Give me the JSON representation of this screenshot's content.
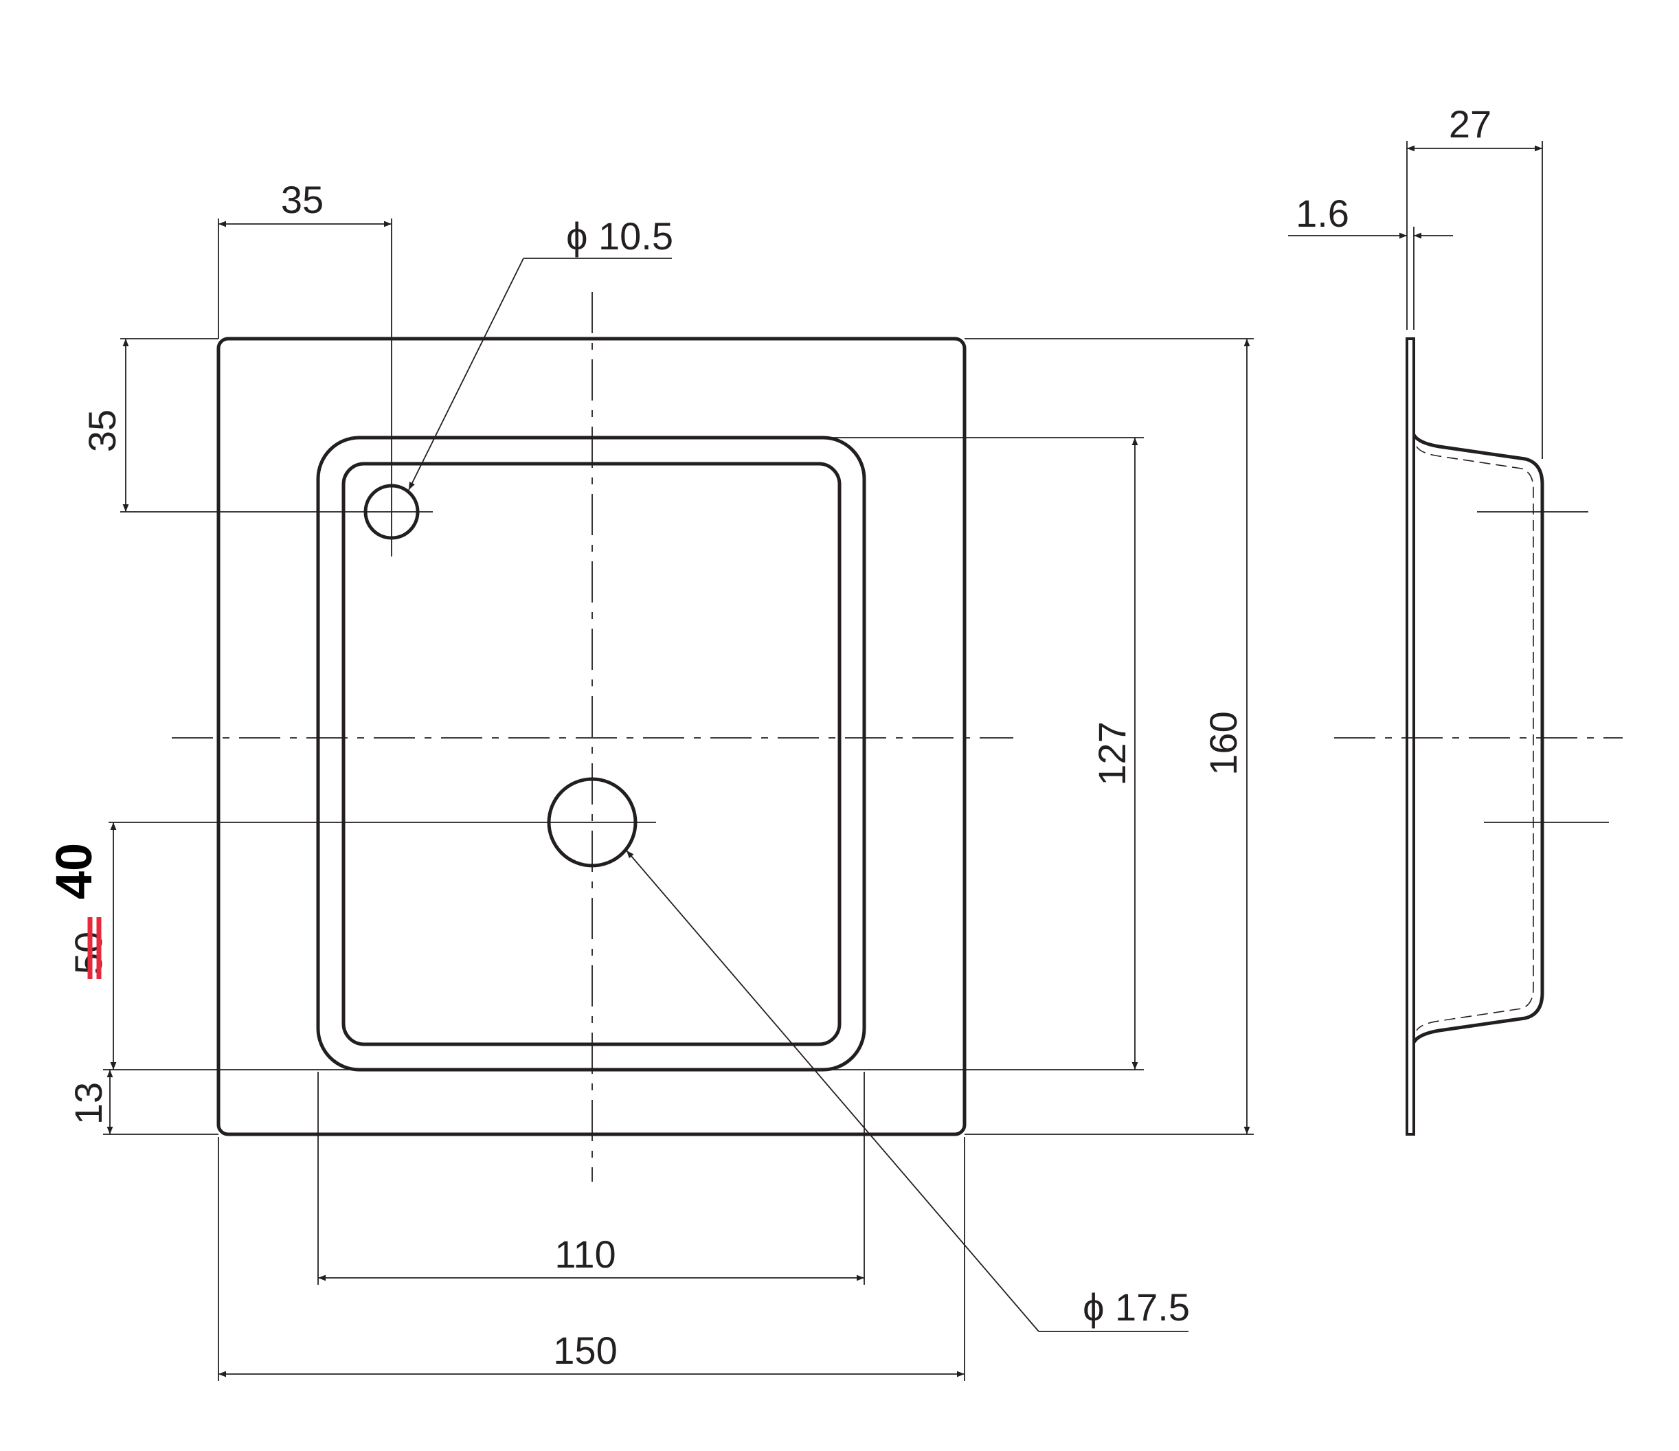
{
  "colors": {
    "line": "#231f20",
    "emphasis": "#000000",
    "correction": "#e8283c"
  },
  "dimensions": {
    "flange_width": "150",
    "inner_width": "110",
    "flange_height": "160",
    "inner_height": "127",
    "hole_offset_x": "35",
    "hole_offset_y": "35",
    "bottom_margin": "13",
    "center_hole_height_old": "50",
    "center_hole_height_new": "40",
    "small_hole_diameter": "ϕ 10.5",
    "large_hole_diameter": "ϕ 17.5",
    "depth": "27",
    "thickness": "1.6"
  }
}
